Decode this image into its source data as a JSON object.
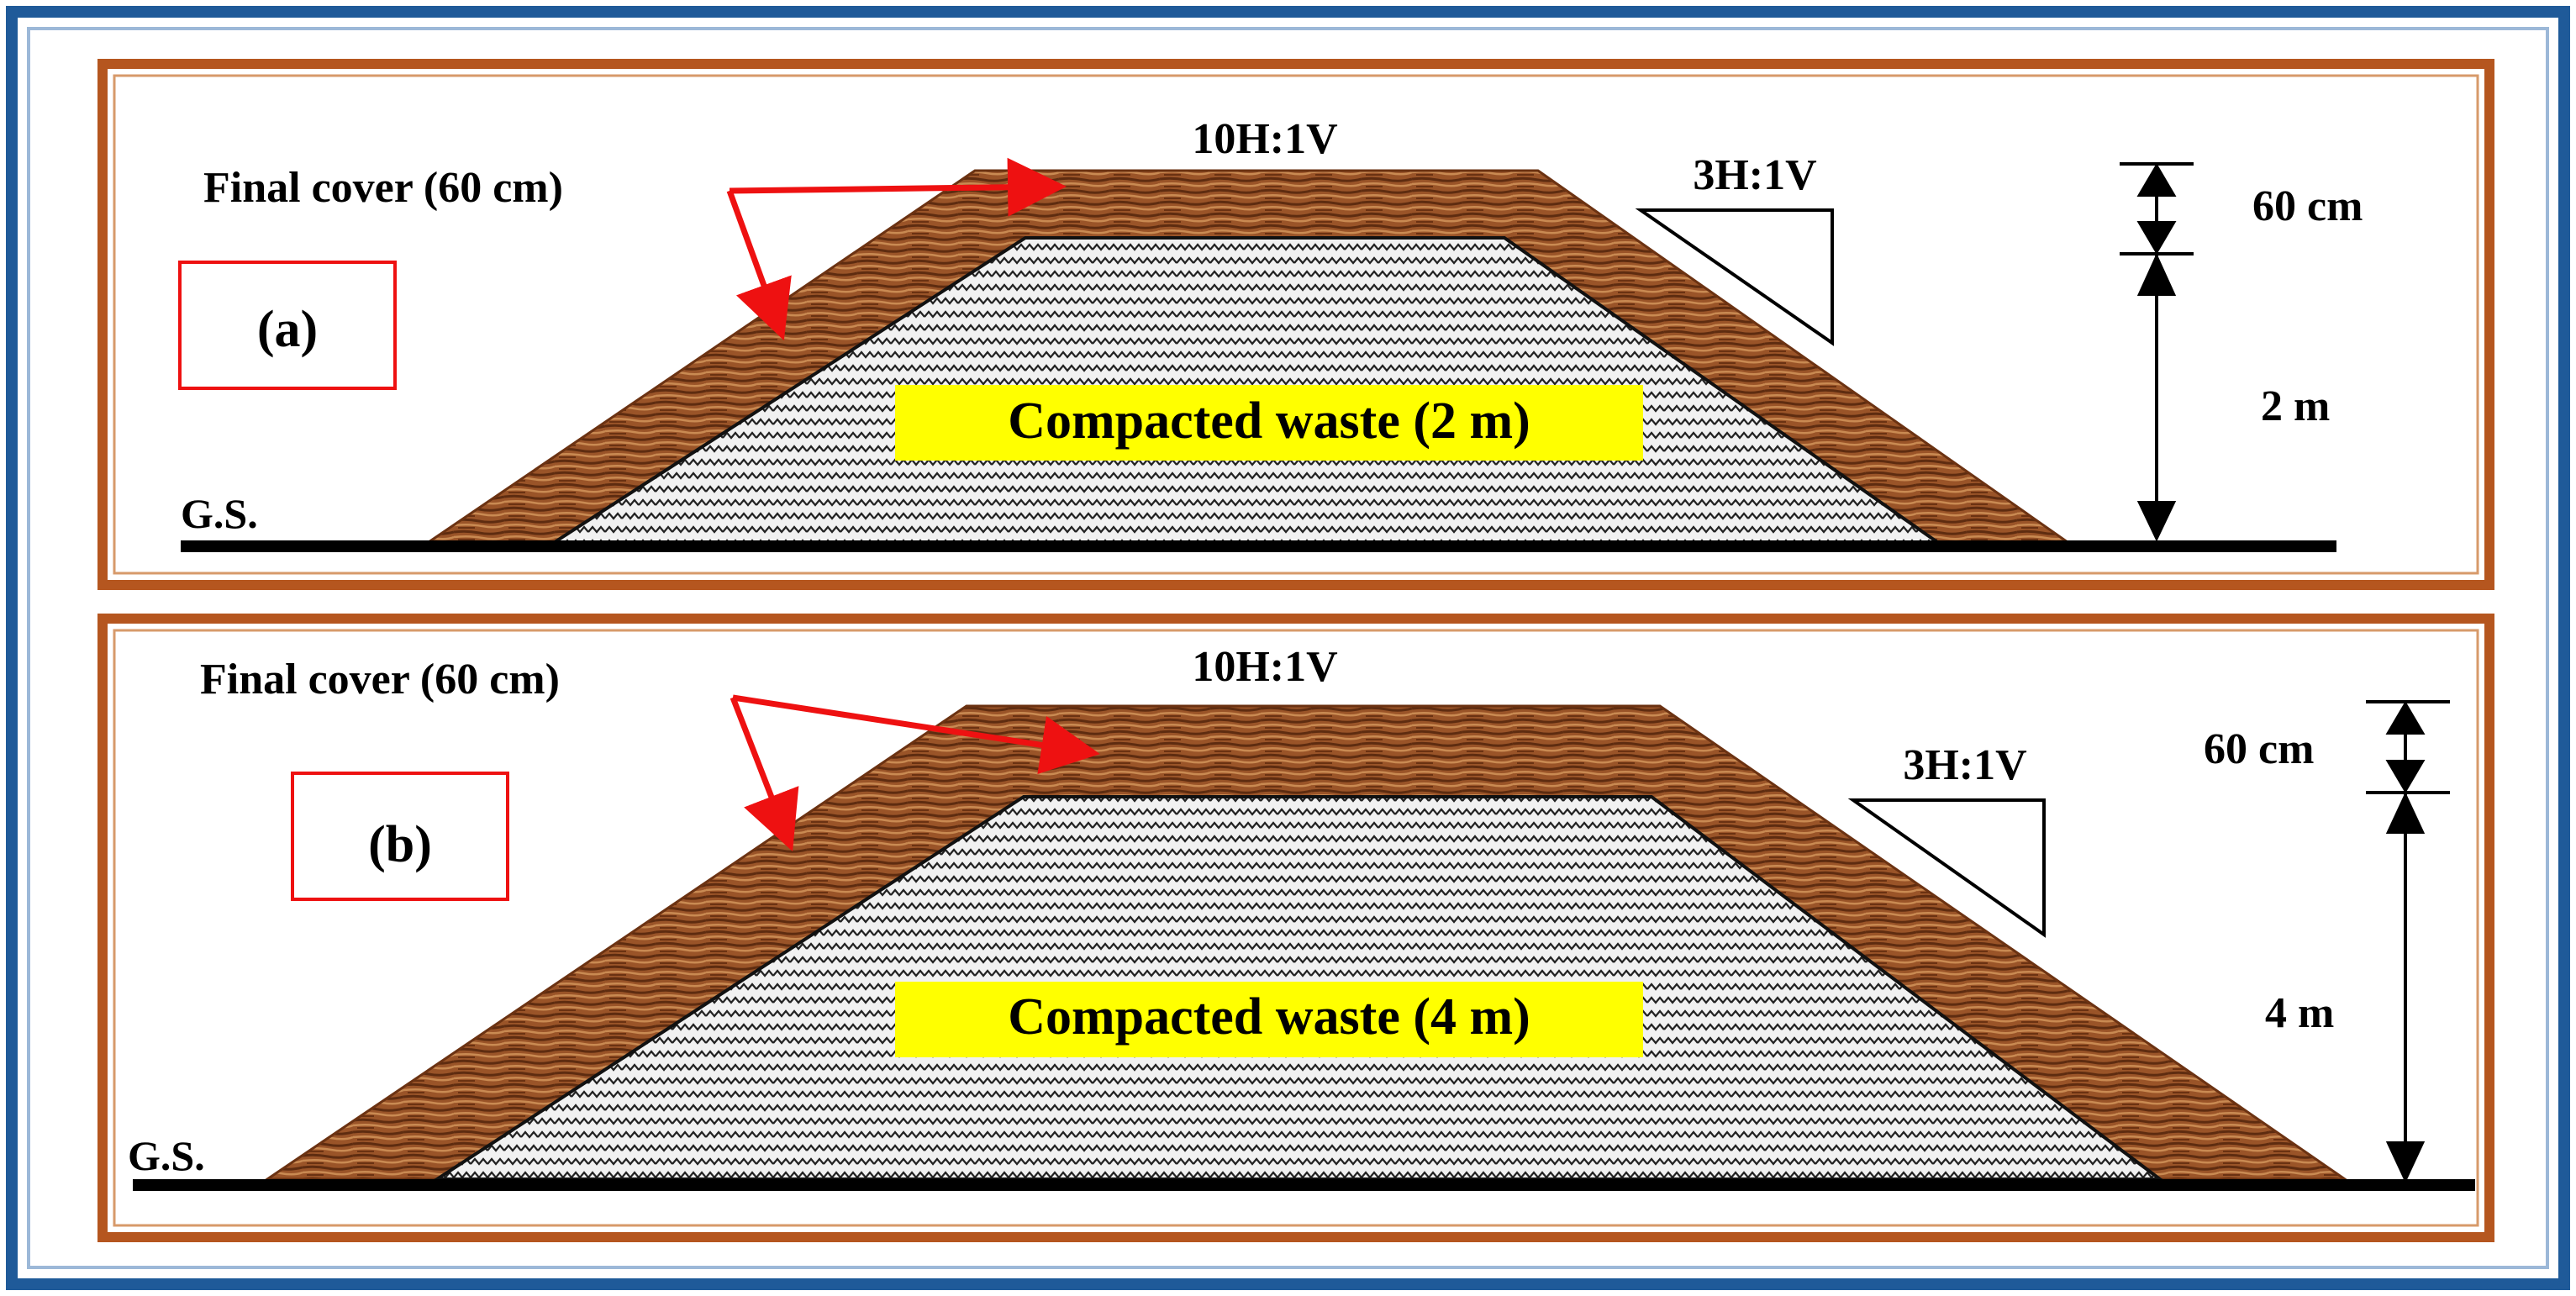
{
  "panels": [
    {
      "id": "a",
      "panel_label": "(a)",
      "final_cover_label": "Final cover (60 cm)",
      "top_slope_label": "10H:1V",
      "side_slope_label": "3H:1V",
      "waste_label": "Compacted waste (2 m)",
      "ground_label": "G.S.",
      "cover_dim_label": "60 cm",
      "waste_dim_label": "2 m"
    },
    {
      "id": "b",
      "panel_label": "(b)",
      "final_cover_label": "Final cover (60 cm)",
      "top_slope_label": "10H:1V",
      "side_slope_label": "3H:1V",
      "waste_label": "Compacted waste (4 m)",
      "ground_label": "G.S.",
      "cover_dim_label": "60 cm",
      "waste_dim_label": "4 m"
    }
  ],
  "colors": {
    "outer_frame": "#1f5a99",
    "panel_frame": "#b5561f",
    "cover": "#9a5428",
    "cover_dark": "#5e2c10",
    "cover_light": "#c98a52",
    "arrow": "#ee1111",
    "label_box": "#ee1111",
    "highlight": "#ffff00",
    "waste_bg": "#f1f1f1",
    "waste_line": "#222222"
  }
}
